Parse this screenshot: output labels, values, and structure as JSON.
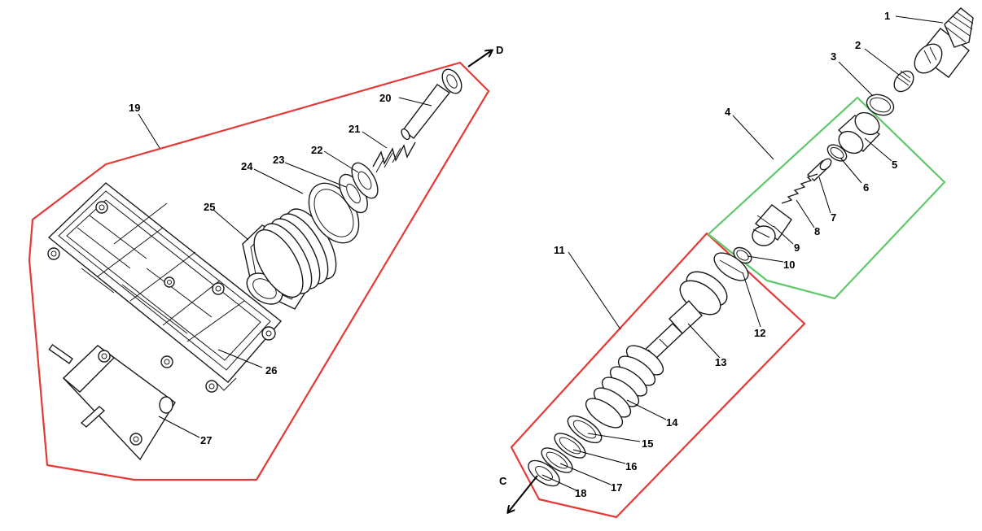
{
  "colors": {
    "red_group": "#e53935",
    "green_group": "#5fc86b",
    "ink": "#1a1a1a"
  },
  "callouts": [
    "1",
    "2",
    "3",
    "4",
    "5",
    "6",
    "7",
    "8",
    "9",
    "10",
    "11",
    "12",
    "13",
    "14",
    "15",
    "16",
    "17",
    "18",
    "19",
    "20",
    "21",
    "22",
    "23",
    "24",
    "25",
    "26",
    "27"
  ],
  "arrows": {
    "d": "D",
    "c": "C"
  }
}
